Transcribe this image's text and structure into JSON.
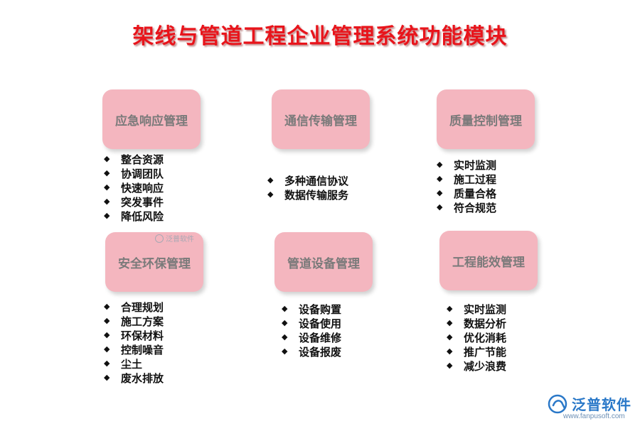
{
  "title": "架线与管道工程企业管理系统功能模块",
  "modules": [
    {
      "name": "应急响应管理",
      "items": [
        "整合资源",
        "协调团队",
        "快速响应",
        "突发事件",
        "降低风险"
      ]
    },
    {
      "name": "通信传输管理",
      "items": [
        "多种通信协议",
        "数据传输服务"
      ]
    },
    {
      "name": "质量控制管理",
      "items": [
        "实时监测",
        "施工过程",
        "质量合格",
        "符合规范"
      ]
    },
    {
      "name": "安全环保管理",
      "items": [
        "合理规划",
        "施工方案",
        "环保材料",
        "控制噪音",
        "尘土",
        "废水排放"
      ]
    },
    {
      "name": "管道设备管理",
      "items": [
        "设备购置",
        "设备使用",
        "设备维修",
        "设备报废"
      ]
    },
    {
      "name": "工程能效管理",
      "items": [
        "实时监测",
        "数据分析",
        "优化消耗",
        "推广节能",
        "减少浪费"
      ]
    }
  ],
  "bullet_symbol": "◆",
  "watermark": "泛普软件",
  "logo": {
    "text": "泛普软件",
    "url": "www.fanpusoft.com"
  },
  "colors": {
    "title": "#e8141b",
    "box": "#f4b6bf",
    "box_text": "#7a7a7a",
    "logo": "#2a78c8"
  }
}
